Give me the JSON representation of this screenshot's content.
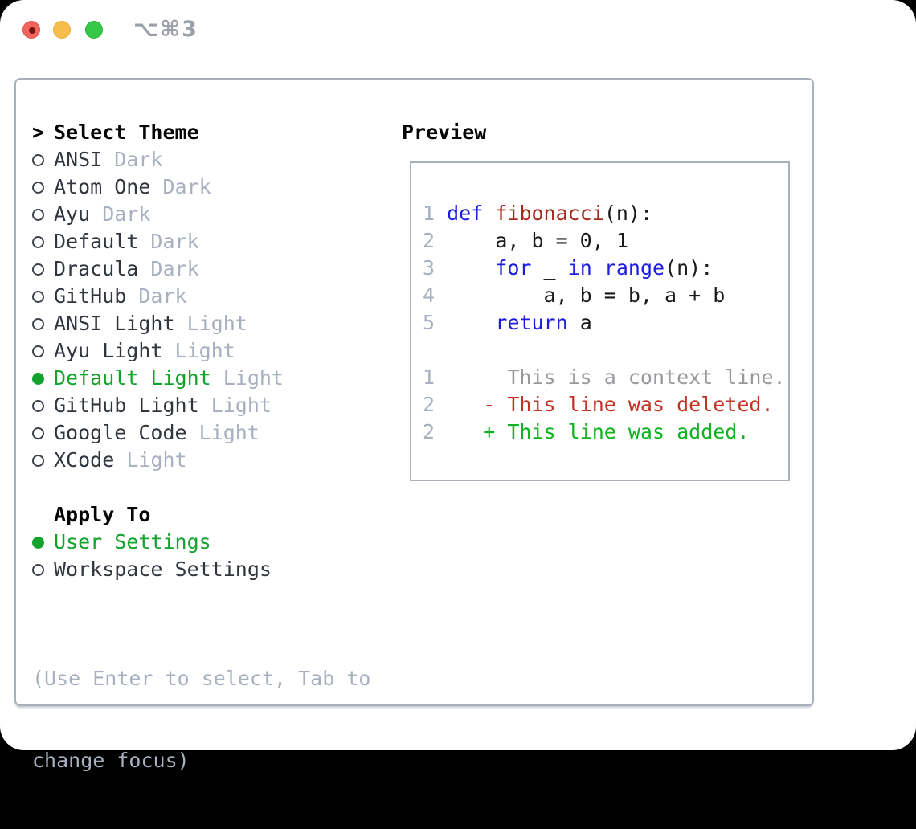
{
  "window": {
    "shortcut_label": "⌥⌘3",
    "traffic_lights": [
      "close-button",
      "minimize-button",
      "zoom-button"
    ]
  },
  "picker": {
    "prompt": ">",
    "title": "Select Theme",
    "items": [
      {
        "name": "ANSI",
        "tag": "Dark",
        "selected": false
      },
      {
        "name": "Atom One",
        "tag": "Dark",
        "selected": false
      },
      {
        "name": "Ayu",
        "tag": "Dark",
        "selected": false
      },
      {
        "name": "Default",
        "tag": "Dark",
        "selected": false
      },
      {
        "name": "Dracula",
        "tag": "Dark",
        "selected": false
      },
      {
        "name": "GitHub",
        "tag": "Dark",
        "selected": false
      },
      {
        "name": "ANSI Light",
        "tag": "Light",
        "selected": false
      },
      {
        "name": "Ayu Light",
        "tag": "Light",
        "selected": false
      },
      {
        "name": "Default Light",
        "tag": "Light",
        "selected": true
      },
      {
        "name": "GitHub Light",
        "tag": "Light",
        "selected": false
      },
      {
        "name": "Google Code",
        "tag": "Light",
        "selected": false
      },
      {
        "name": "XCode",
        "tag": "Light",
        "selected": false
      }
    ],
    "apply_to": {
      "title": "Apply To",
      "options": [
        {
          "label": "User Settings",
          "selected": true
        },
        {
          "label": "Workspace Settings",
          "selected": false
        }
      ]
    },
    "hint_line1": "(Use Enter to select, Tab to",
    "hint_line2": "change focus)"
  },
  "preview": {
    "title": "Preview",
    "lines": [
      {
        "num": "1",
        "segments": [
          {
            "t": " ",
            "c": "plain"
          },
          {
            "t": "def",
            "c": "kw"
          },
          {
            "t": " ",
            "c": "plain"
          },
          {
            "t": "fibonacci",
            "c": "fn"
          },
          {
            "t": "(n):",
            "c": "plain"
          }
        ]
      },
      {
        "num": "2",
        "segments": [
          {
            "t": "     a, b = 0, 1",
            "c": "plain"
          }
        ]
      },
      {
        "num": "3",
        "segments": [
          {
            "t": "     ",
            "c": "plain"
          },
          {
            "t": "for",
            "c": "kw"
          },
          {
            "t": " _ ",
            "c": "plain"
          },
          {
            "t": "in",
            "c": "kw"
          },
          {
            "t": " ",
            "c": "plain"
          },
          {
            "t": "range",
            "c": "kw"
          },
          {
            "t": "(n):",
            "c": "plain"
          }
        ]
      },
      {
        "num": "4",
        "segments": [
          {
            "t": "         a, b = b, a + b",
            "c": "plain"
          }
        ]
      },
      {
        "num": "5",
        "segments": [
          {
            "t": "     ",
            "c": "plain"
          },
          {
            "t": "return",
            "c": "kw"
          },
          {
            "t": " a",
            "c": "plain"
          }
        ]
      },
      {
        "num": "",
        "segments": []
      },
      {
        "num": "1",
        "segments": [
          {
            "t": "      This is a context line.",
            "c": "ctx"
          }
        ]
      },
      {
        "num": "2",
        "segments": [
          {
            "t": "    - This line was deleted.",
            "c": "del"
          }
        ]
      },
      {
        "num": "2",
        "segments": [
          {
            "t": "    + This line was added.",
            "c": "add"
          }
        ]
      }
    ]
  },
  "colors": {
    "accent_green": "#12a32d",
    "keyword_blue": "#1d1de0",
    "function_red": "#a62a1c",
    "plain_code": "#1a1a1a",
    "muted_gray": "#a8b0c0",
    "context_gray": "#97999c",
    "deleted_red": "#c33425",
    "added_green": "#0cb31f",
    "dark_text": "#30353e",
    "panel_border": "#a9b0ba",
    "radio_outline": "#3c414b",
    "tl_red": "#f2645c",
    "tl_red_rim": "#e0524a",
    "tl_red_dot": "#731512",
    "tl_yellow": "#f7bd4c",
    "tl_yellow_rim": "#e8ac39",
    "tl_green": "#34c748",
    "tl_green_rim": "#2bb83c",
    "shortcut_gray": "#9ba0a8"
  }
}
